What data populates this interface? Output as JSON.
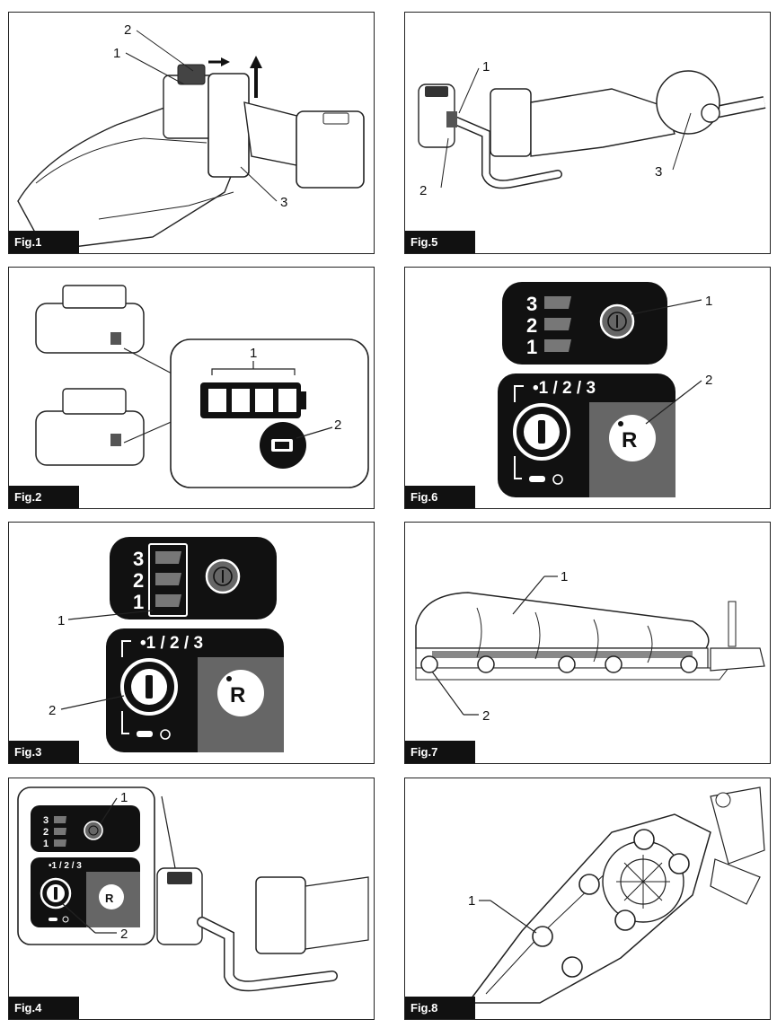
{
  "figures": [
    {
      "label": "Fig.1",
      "callouts": [
        "1",
        "2",
        "3"
      ]
    },
    {
      "label": "Fig.5",
      "callouts": [
        "1",
        "2",
        "3"
      ]
    },
    {
      "label": "Fig.2",
      "callouts": [
        "1",
        "2"
      ]
    },
    {
      "label": "Fig.6",
      "callouts": [
        "1",
        "2"
      ]
    },
    {
      "label": "Fig.3",
      "callouts": [
        "1",
        "2"
      ]
    },
    {
      "label": "Fig.7",
      "callouts": [
        "1",
        "2"
      ]
    },
    {
      "label": "Fig.4",
      "callouts": [
        "1",
        "2"
      ]
    },
    {
      "label": "Fig.8",
      "callouts": [
        "1"
      ]
    }
  ],
  "panel_text": {
    "levels": [
      "3",
      "2",
      "1"
    ],
    "mode_sequence": "•1 / 2 / 3",
    "reverse_glyph": "R"
  }
}
